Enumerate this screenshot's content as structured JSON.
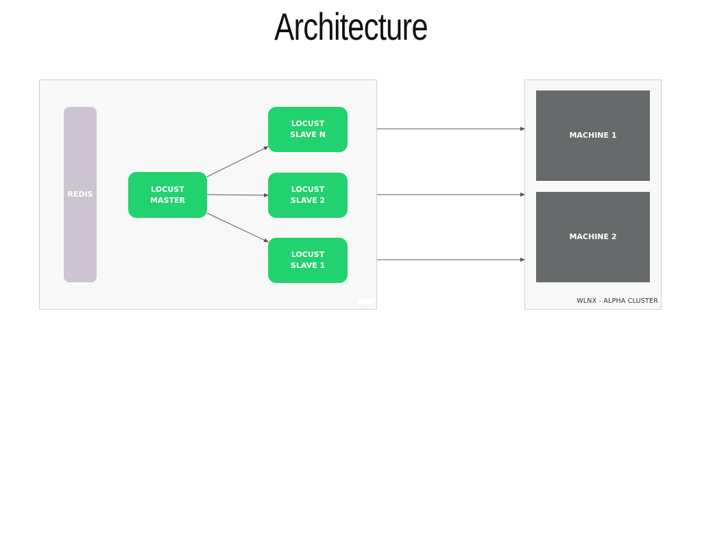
{
  "title": "Architecture",
  "nodes": {
    "redis": "REDIS",
    "master": [
      "LOCUST",
      "MASTER"
    ],
    "slave_n": [
      "LOCUST",
      "SLAVE N"
    ],
    "slave_2": [
      "LOCUST",
      "SLAVE 2"
    ],
    "slave_1": [
      "LOCUST",
      "SLAVE 1"
    ],
    "machine_1": "MACHINE 1",
    "machine_2": "MACHINE 2"
  },
  "cluster_label": "WLNX - ALPHA CLUSTER",
  "edges": [
    {
      "from": "LOCUST MASTER",
      "to": "LOCUST SLAVE N"
    },
    {
      "from": "LOCUST MASTER",
      "to": "LOCUST SLAVE 2"
    },
    {
      "from": "LOCUST MASTER",
      "to": "LOCUST SLAVE 1"
    },
    {
      "from": "LOCUST SLAVE N",
      "to": "WLNX - ALPHA CLUSTER"
    },
    {
      "from": "LOCUST SLAVE 2",
      "to": "WLNX - ALPHA CLUSTER"
    },
    {
      "from": "LOCUST SLAVE 1",
      "to": "WLNX - ALPHA CLUSTER"
    }
  ],
  "colors": {
    "locust_node": "#22d26e",
    "redis_node": "#ccc5d1",
    "machine_node": "#676a6a",
    "arrow": "#555555"
  }
}
